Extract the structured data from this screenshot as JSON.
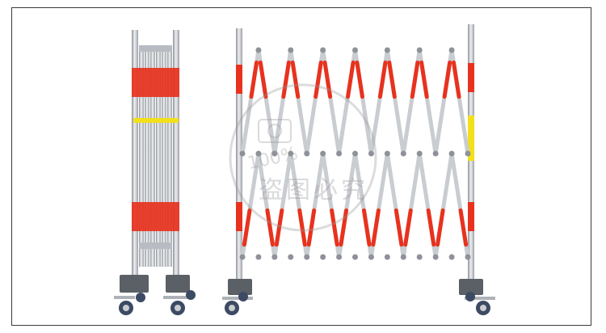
{
  "image": {
    "subject": "extendable-safety-barrier",
    "colors": {
      "frame_border": "#3a3a3a",
      "aluminum": "#c9ccd0",
      "aluminum_dark": "#8e9298",
      "stripe_red": "#e8321e",
      "reflector_yellow": "#f2e01a",
      "caster_base": "#5b5f66",
      "wheel_tread": "#3c4a63",
      "watermark": "#9a9a9a"
    }
  },
  "watermark": {
    "line1": "盗图必究",
    "line2": "100%",
    "icon": "camera-watermark-icon"
  }
}
